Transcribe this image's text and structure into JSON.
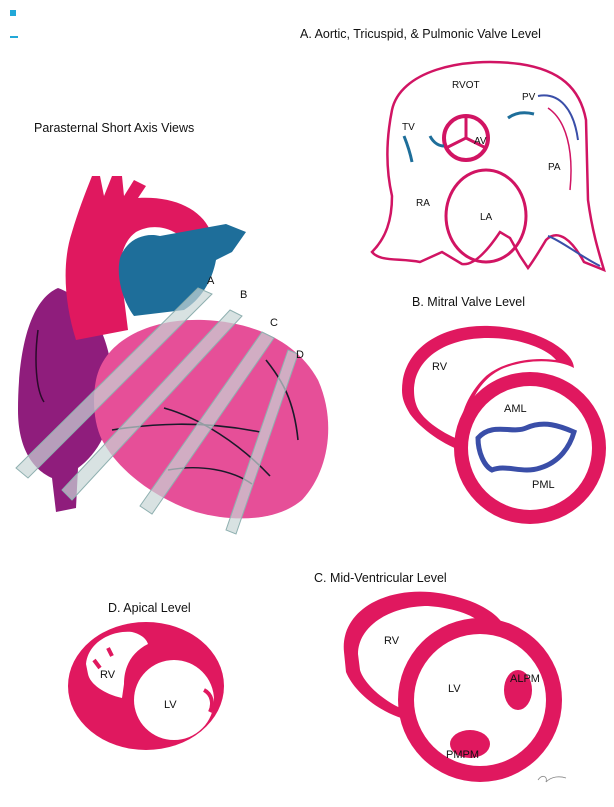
{
  "title": "Parasternal Short Axis Views",
  "colors": {
    "myocardium": "#e0185f",
    "heart_body": "#e64f98",
    "aorta": "#e0185f",
    "pulmonary": "#1e6e9a",
    "right_heart": "#8f1d7c",
    "valve_blue": "#3a4ea8",
    "plane": "#c8d6d6",
    "corner_mark": "#22a8d8"
  },
  "plane_labels": [
    "A",
    "B",
    "C",
    "D"
  ],
  "panels": {
    "a": {
      "title": "A. Aortic, Tricuspid, & Pulmonic Valve Level",
      "labels": {
        "rvot": "RVOT",
        "pv": "PV",
        "tv": "TV",
        "av": "AV",
        "pa": "PA",
        "ra": "RA",
        "la": "LA"
      }
    },
    "b": {
      "title": "B. Mitral Valve Level",
      "labels": {
        "rv": "RV",
        "aml": "AML",
        "pml": "PML"
      }
    },
    "c": {
      "title": "C. Mid-Ventricular Level",
      "labels": {
        "rv": "RV",
        "lv": "LV",
        "alpm": "ALPM",
        "pmpm": "PMPM"
      }
    },
    "d": {
      "title": "D. Apical Level",
      "labels": {
        "rv": "RV",
        "lv": "LV"
      }
    }
  }
}
